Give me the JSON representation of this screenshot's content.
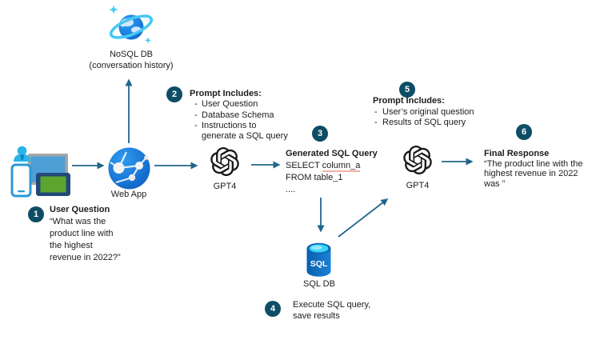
{
  "ui": {
    "bullet_dash": "-"
  },
  "colors": {
    "badge": "#0e4d66",
    "arrow": "#21658a",
    "spellcheck_underline": "#f2afa9",
    "azure_blue": "#1170d8",
    "cosmos_ring_cyan": "#46c8f4",
    "sql_top_cyan": "#38d2f5",
    "tablet_green": "#5ba52e"
  },
  "icons": {
    "user_devices": "user-devices-icon",
    "web_app": "web-app-globe-icon",
    "nosql_db": "cosmos-db-planet-icon",
    "gpt4": "openai-logo-icon",
    "sql_db": "sql-database-cylinder-icon"
  },
  "nodes": {
    "nosql": {
      "title": "NoSQL DB",
      "subtitle": "(conversation history)"
    },
    "web_app": {
      "label": "Web App"
    },
    "gpt4_first": {
      "label": "GPT4"
    },
    "gpt4_second": {
      "label": "GPT4"
    },
    "sql_db": {
      "label": "SQL DB",
      "badge_text": "SQL"
    }
  },
  "steps": {
    "s1": {
      "num": "1",
      "title": "User Question",
      "l1": "“What was the",
      "l2": "product line with",
      "l3": "the highest",
      "l4": "revenue in 2022?”"
    },
    "s2": {
      "num": "2",
      "title": "Prompt Includes:",
      "b1": "User Question",
      "b2": "Database Schema",
      "b3": "Instructions to",
      "b3_wrap": "generate a SQL query"
    },
    "s3": {
      "num": "3",
      "title": "Generated SQL Query",
      "code1_pre": "SELECT ",
      "code1_word": "column_a",
      "code2": "FROM table_1",
      "code3": "...."
    },
    "s4": {
      "num": "4",
      "l1": "Execute SQL query,",
      "l2": "save results"
    },
    "s5": {
      "num": "5",
      "title": "Prompt Includes:",
      "b1": "User’s original question",
      "b2": "Results of SQL query"
    },
    "s6": {
      "num": "6",
      "title": "Final Response",
      "l1": "“The product line with the",
      "l2": "highest revenue in 2022",
      "l3": "was ”"
    }
  }
}
